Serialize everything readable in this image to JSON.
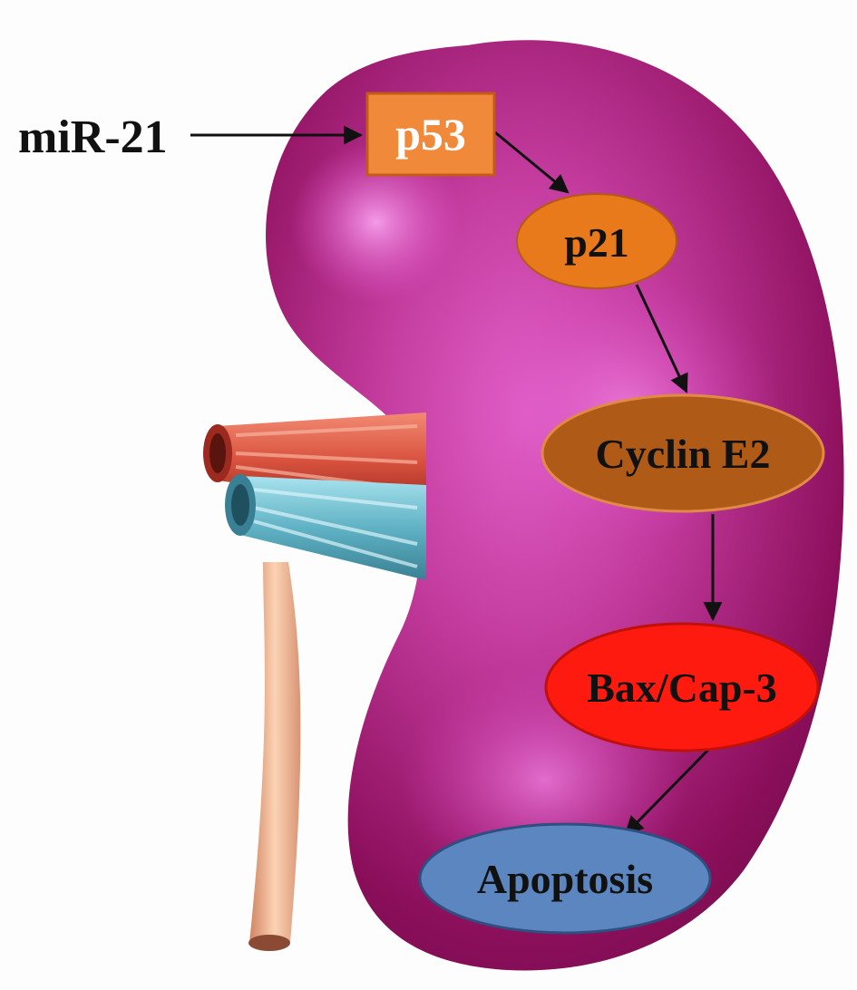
{
  "diagram": {
    "source_label": "miR-21",
    "nodes": {
      "p53": {
        "label": "p53",
        "fill": "#f0893a",
        "text_color": "#ffffff"
      },
      "p21": {
        "label": "p21",
        "fill": "#e87a1c",
        "text_color": "#111111"
      },
      "cyclin": {
        "label": "Cyclin E2",
        "fill": "#b05a18",
        "text_color": "#111111"
      },
      "bax": {
        "label": "Bax/Cap-3",
        "fill": "#ff1a10",
        "text_color": "#111111"
      },
      "apoptosis": {
        "label": "Apoptosis",
        "fill": "#5b86c0",
        "text_color": "#111111"
      }
    },
    "edges": [
      [
        "miR-21",
        "p53"
      ],
      [
        "p53",
        "p21"
      ],
      [
        "p21",
        "Cyclin E2"
      ],
      [
        "Cyclin E2",
        "Bax/Cap-3"
      ],
      [
        "Bax/Cap-3",
        "Apoptosis"
      ]
    ],
    "colors": {
      "kidney": "#a0156e",
      "kidney_highlight": "#e66ad2",
      "artery": "#d9533f",
      "vein": "#5fb2c4",
      "ureter": "#f2b48c",
      "arrow": "#111111"
    }
  }
}
